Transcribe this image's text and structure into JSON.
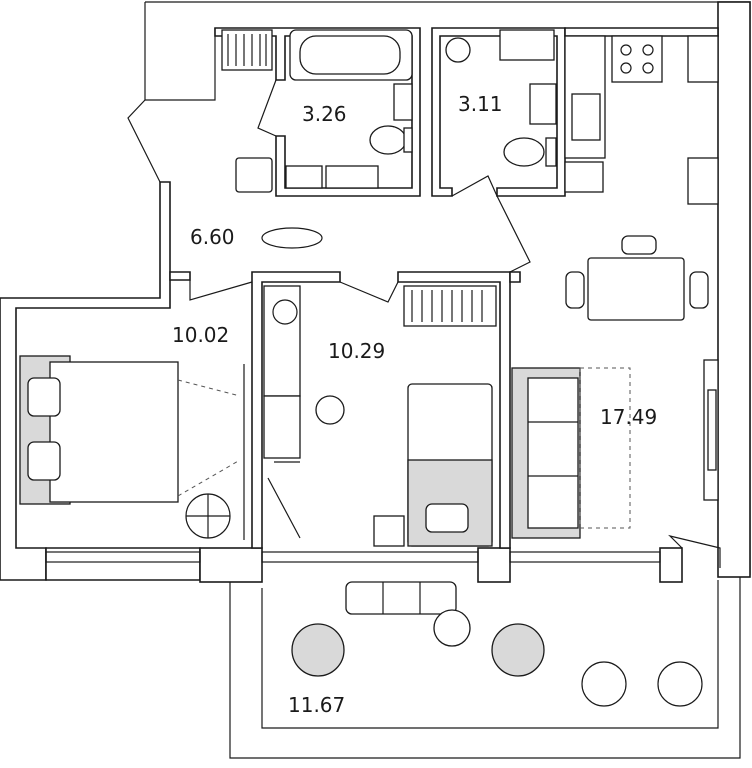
{
  "rooms": [
    {
      "key": "bathroom",
      "area": "3.26"
    },
    {
      "key": "wc",
      "area": "3.11"
    },
    {
      "key": "hall",
      "area": "6.60"
    },
    {
      "key": "bedroom_left",
      "area": "10.02"
    },
    {
      "key": "bedroom_middle",
      "area": "10.29"
    },
    {
      "key": "kitchen_living",
      "area": "17.49"
    },
    {
      "key": "balcony",
      "area": "11.67"
    }
  ]
}
